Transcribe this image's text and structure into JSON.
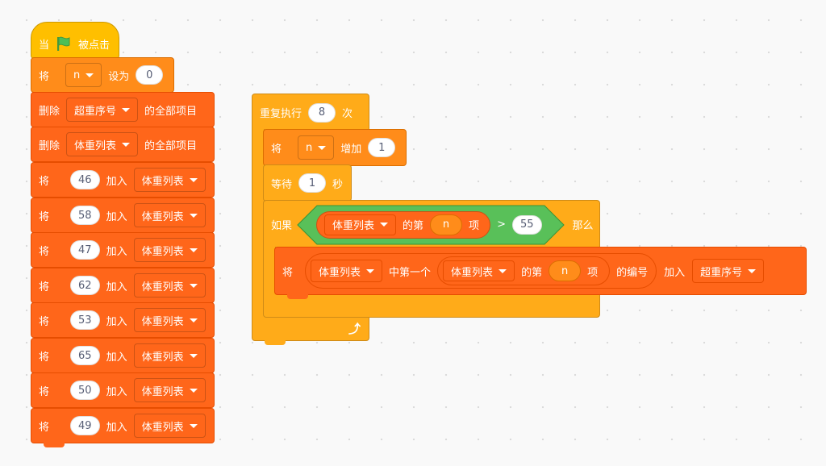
{
  "script1": {
    "hat": {
      "prefix": "当",
      "suffix": "被点击",
      "icon": "green-flag-icon"
    },
    "set_var": {
      "word": "将",
      "var": "n",
      "action": "设为",
      "value": "0"
    },
    "delete_all": [
      {
        "word": "删除",
        "list": "超重序号",
        "suffix": "的全部项目"
      },
      {
        "word": "删除",
        "list": "体重列表",
        "suffix": "的全部项目"
      }
    ],
    "adds": [
      {
        "word": "将",
        "value": "46",
        "action": "加入",
        "list": "体重列表"
      },
      {
        "word": "将",
        "value": "58",
        "action": "加入",
        "list": "体重列表"
      },
      {
        "word": "将",
        "value": "47",
        "action": "加入",
        "list": "体重列表"
      },
      {
        "word": "将",
        "value": "62",
        "action": "加入",
        "list": "体重列表"
      },
      {
        "word": "将",
        "value": "53",
        "action": "加入",
        "list": "体重列表"
      },
      {
        "word": "将",
        "value": "65",
        "action": "加入",
        "list": "体重列表"
      },
      {
        "word": "将",
        "value": "50",
        "action": "加入",
        "list": "体重列表"
      },
      {
        "word": "将",
        "value": "49",
        "action": "加入",
        "list": "体重列表"
      }
    ]
  },
  "script2": {
    "repeat": {
      "prefix": "重复执行",
      "times": "8",
      "suffix": "次",
      "arrow": "loop-arrow-icon"
    },
    "change": {
      "word": "将",
      "var": "n",
      "action": "增加",
      "value": "1"
    },
    "wait": {
      "prefix": "等待",
      "value": "1",
      "suffix": "秒"
    },
    "if_block": {
      "prefix": "如果",
      "cond_list": "体重列表",
      "cond_of": "的第",
      "cond_var": "n",
      "cond_item": "项",
      "operator": ">",
      "compare_value": "55",
      "then": "那么"
    },
    "add_index": {
      "word": "将",
      "list1": "体重列表",
      "first_of": "中第一个",
      "list2": "体重列表",
      "of": "的第",
      "var": "n",
      "item": "项",
      "index_of": "的编号",
      "action": "加入",
      "target_list": "超重序号"
    }
  },
  "colors": {
    "events": "#ffbf00",
    "control": "#ffab19",
    "variables": "#ff8c1a",
    "lists": "#ff661a",
    "operators": "#59c059"
  }
}
